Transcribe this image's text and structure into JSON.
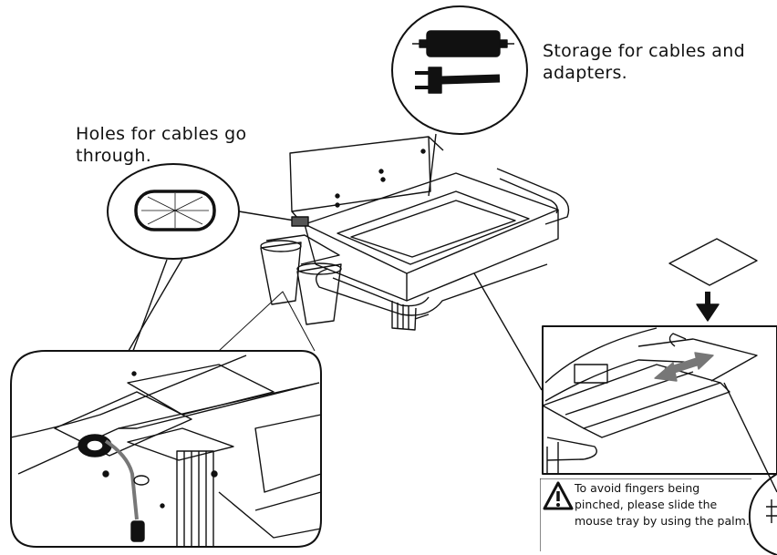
{
  "labels": {
    "storage": "Storage for cables and adapters.",
    "holes": "Holes for cables go through."
  },
  "warning": {
    "icon": "warning-triangle-icon",
    "text": "To avoid fingers being pinched, please slide the mouse tray by using the palm."
  },
  "colors": {
    "line": "#111111",
    "arrow_gray": "#777777"
  }
}
